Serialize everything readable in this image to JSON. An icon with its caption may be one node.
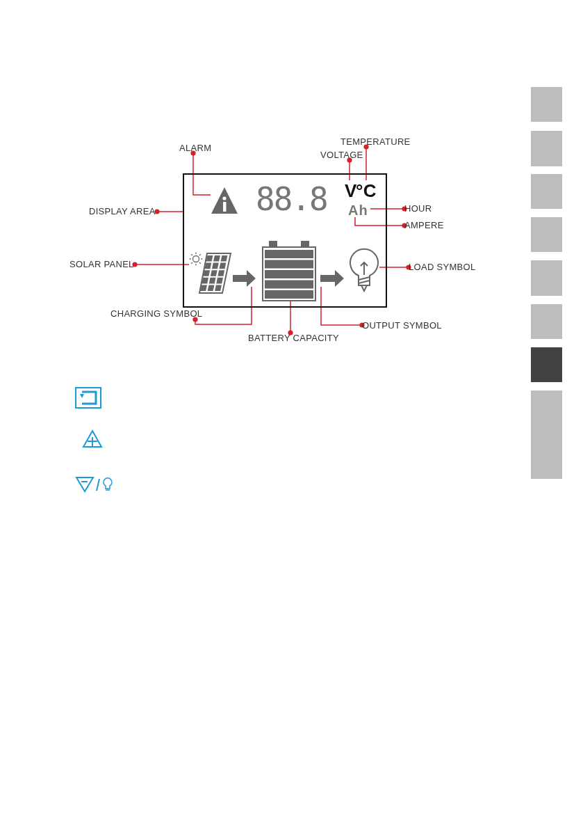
{
  "diagram": {
    "nodes": [
      {
        "text": [
          "ALARM"
        ]
      },
      {
        "text": [
          "TEMPERATURE"
        ]
      },
      {
        "text": [
          "VOLTAGE"
        ]
      },
      {
        "text": [],
        "shape": "box"
      },
      {
        "text": [],
        "shape": "triangle",
        "in": 3
      },
      {
        "text": [
          "V"
        ],
        "in": 3
      },
      {
        "text": [
          "°C"
        ],
        "in": 3
      },
      {
        "text": [
          "Ah"
        ],
        "in": 3
      },
      {
        "text": [
          "DISPLAY AREA"
        ]
      },
      {
        "text": [
          "HOUR"
        ]
      },
      {
        "text": [
          "AMPERE"
        ]
      },
      {
        "text": [
          "SOLAR PANEL"
        ]
      },
      {
        "text": [],
        "shape": "panel",
        "in": 3
      },
      {
        "text": [],
        "shape": "arrow",
        "in": 3
      },
      {
        "text": [],
        "shape": "battery",
        "in": 3
      },
      {
        "text": [],
        "shape": "arrow",
        "in": 3
      },
      {
        "text": [],
        "shape": "bulb",
        "in": 3
      },
      {
        "text": [
          "LOAD SYMBOL"
        ]
      },
      {
        "text": [
          "CHARGING SYMBOL"
        ]
      },
      {
        "text": [
          "OUTPUT SYMBOL"
        ]
      },
      {
        "text": [
          "BATTERY CAPACITY"
        ]
      }
    ],
    "edges": [
      {
        "from": 0,
        "to": 4,
        "arrow": "other"
      },
      {
        "from": 2,
        "to": 5,
        "arrow": "other"
      },
      {
        "from": 1,
        "to": 6,
        "arrow": "other"
      },
      {
        "from": 8,
        "to": 3,
        "arrow": "other"
      },
      {
        "from": 9,
        "to": 7,
        "arrow": "other"
      },
      {
        "from": 10,
        "to": 7,
        "arrow": "other"
      },
      {
        "from": 11,
        "to": 12,
        "arrow": "other"
      },
      {
        "from": 17,
        "to": 16,
        "arrow": "other"
      },
      {
        "from": 18,
        "to": 13,
        "arrow": "other"
      },
      {
        "from": 20,
        "to": 14,
        "arrow": "other"
      },
      {
        "from": 19,
        "to": 15,
        "arrow": "other"
      }
    ],
    "labels": [
      "88.8"
    ]
  }
}
